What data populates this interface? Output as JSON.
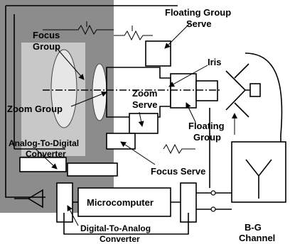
{
  "labels": {
    "floating_group_serve_l1": "Floating Group",
    "floating_group_serve_l2": "Serve",
    "focus_group_l1": "Focus",
    "focus_group_l2": "Group",
    "iris": "Iris",
    "zoom_serve_l1": "Zoom",
    "zoom_serve_l2": "Serve",
    "zoom_group": "Zoom Group",
    "floating_group_l1": "Floating",
    "floating_group_l2": "Group",
    "adc_l1": "Analog-To-Digital",
    "adc_l2": "Converter",
    "focus_serve": "Focus Serve",
    "microcomputer": "Microcomputer",
    "dac_l1": "Digital-To-Analog",
    "dac_l2": "Converter",
    "bg_channel_l1": "B-G",
    "bg_channel_l2": "Channel"
  }
}
